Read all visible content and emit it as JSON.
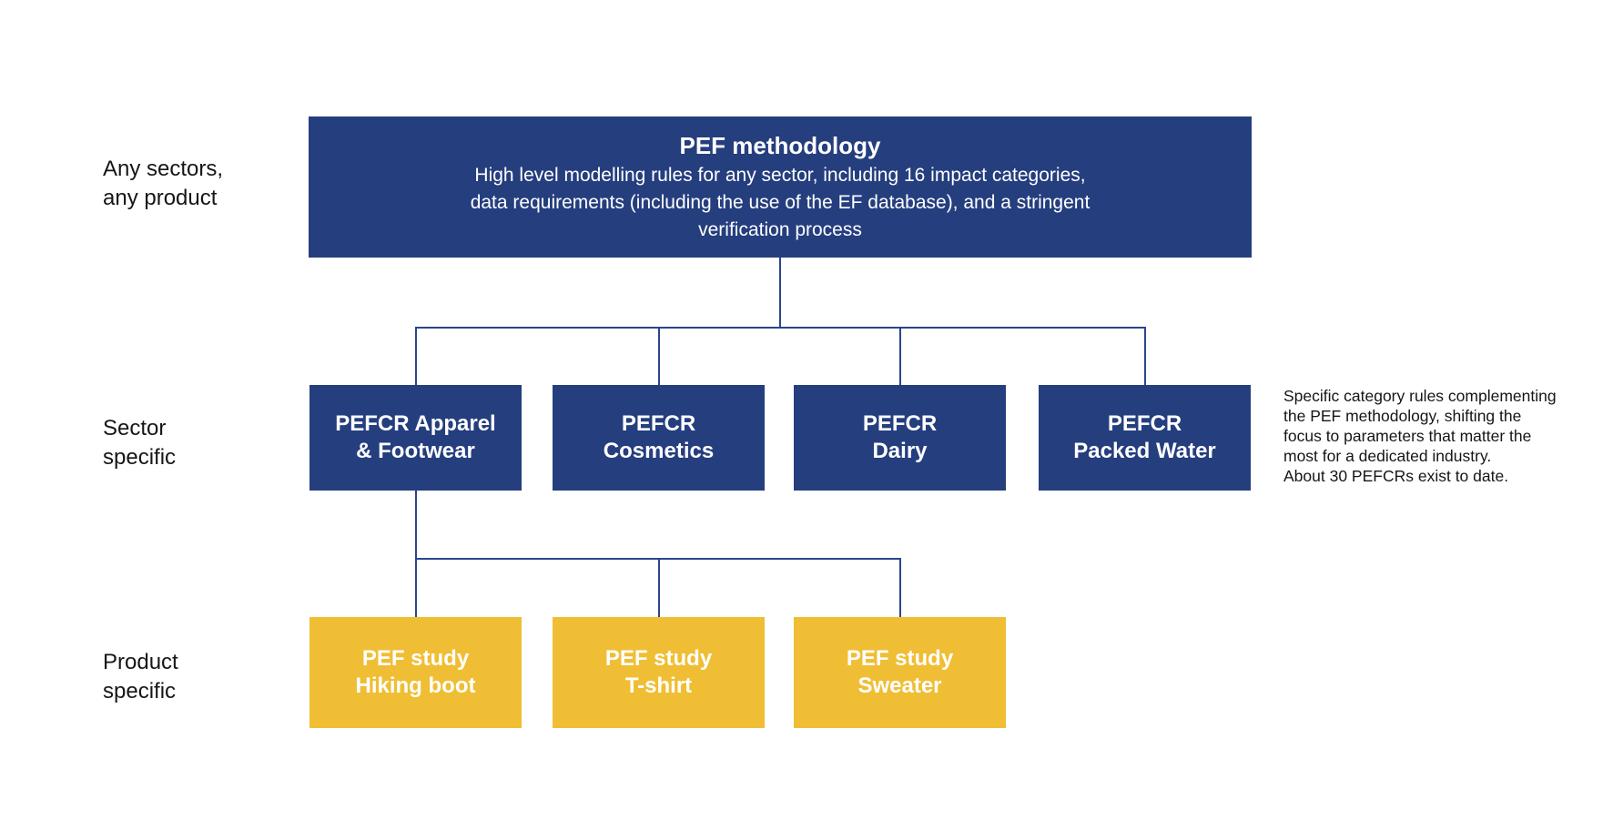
{
  "palette": {
    "navy": "#253E7E",
    "yellow": "#F0BE34",
    "line": "#2A4590",
    "ink": "#161616"
  },
  "row_labels": {
    "any_sectors": "Any sectors,\nany product",
    "sector_specific": "Sector\nspecific",
    "product_specific": "Product\nspecific"
  },
  "root": {
    "title": "PEF methodology",
    "body": "High level modelling rules for any sector, including 16 impact categories,\ndata requirements (including the use of the EF database), and a stringent\nverification process"
  },
  "sector_boxes": [
    {
      "label": "PEFCR Apparel\n& Footwear"
    },
    {
      "label": "PEFCR\nCosmetics"
    },
    {
      "label": "PEFCR\nDairy"
    },
    {
      "label": "PEFCR\nPacked Water"
    }
  ],
  "product_boxes": [
    {
      "label": "PEF study\nHiking boot"
    },
    {
      "label": "PEF study\nT-shirt"
    },
    {
      "label": "PEF study\nSweater"
    }
  ],
  "side_note": "Specific category rules complementing\nthe PEF methodology, shifting the\nfocus to parameters that matter the\nmost for a dedicated industry.\nAbout 30 PEFCRs exist to date."
}
